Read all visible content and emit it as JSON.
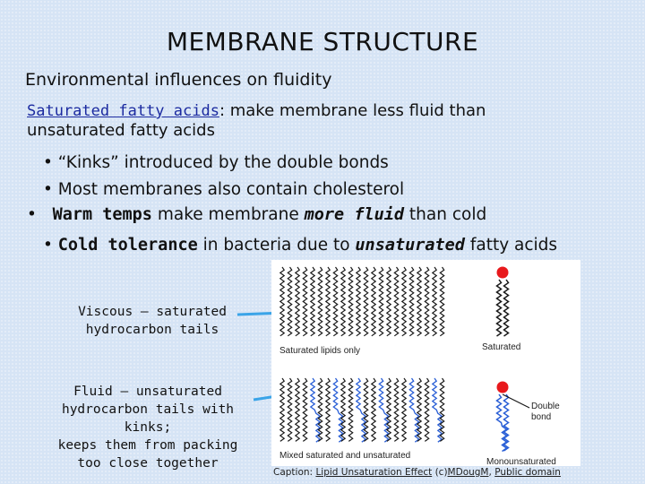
{
  "title": "MEMBRANE STRUCTURE",
  "subtitle": "Environmental influences on fluidity",
  "saturated": {
    "term": "Saturated fatty acids",
    "text_line1": ": make membrane less fluid than",
    "text_line2": "unsaturated fatty acids"
  },
  "bullets": {
    "kinks": "“Kinks” introduced by the double bonds",
    "cholesterol": "Most membranes also contain cholesterol",
    "warm": {
      "term": "Warm temps",
      "mid": "make membrane",
      "em": "more fluid",
      "end": "than cold"
    },
    "cold": {
      "term": "Cold tolerance",
      "mid": "in bacteria due to",
      "em": "unsaturated",
      "end": "fatty acids"
    }
  },
  "captions": {
    "viscous": [
      "Viscous – saturated",
      "hydrocarbon tails"
    ],
    "fluid": [
      "Fluid – unsaturated",
      "hydrocarbon tails with kinks;",
      "keeps them from packing",
      "too close together"
    ]
  },
  "figure": {
    "label_saturated_only": "Saturated lipids only",
    "label_saturated": "Saturated",
    "label_mixed": "Mixed saturated and unsaturated",
    "label_double_bond": [
      "Double",
      "bond"
    ],
    "label_monounsaturated": "Monounsaturated"
  },
  "credit": {
    "prefix": "Caption:",
    "link1": "Lipid Unsaturation Effect",
    "mid": "(c)",
    "link2": "MDougM",
    "sep": ",",
    "link3": "Public domain"
  },
  "colors": {
    "background": "#d6e4f5",
    "head_red": "#e8191c",
    "tail_black": "#1a1a1a",
    "tail_blue": "#2a5fd6",
    "arrow": "#3aa4e8",
    "term_blue": "#1b2aa0"
  }
}
